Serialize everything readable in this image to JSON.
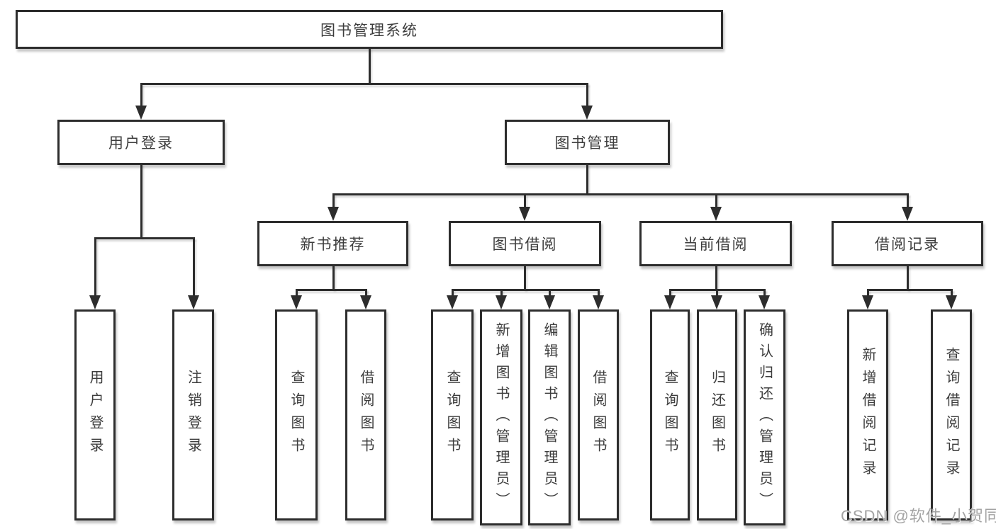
{
  "diagram": {
    "type": "tree",
    "title": "图书管理系统",
    "watermark": "CSDN @软件_小贺同学",
    "colors": {
      "line": "#2d2d2d",
      "text": "#3d3d3d",
      "background": "#ffffff",
      "watermark": "#a3a3a3"
    },
    "root": {
      "label": "图书管理系统"
    },
    "level2": [
      {
        "label": "用户登录",
        "parent": "图书管理系统"
      },
      {
        "label": "图书管理",
        "parent": "图书管理系统"
      }
    ],
    "level3": [
      {
        "label": "新书推荐",
        "parent": "图书管理"
      },
      {
        "label": "图书借阅",
        "parent": "图书管理"
      },
      {
        "label": "当前借阅",
        "parent": "图书管理"
      },
      {
        "label": "借阅记录",
        "parent": "图书管理"
      }
    ],
    "leaves": [
      {
        "label": "用户登录",
        "parent": "用户登录"
      },
      {
        "label": "注销登录",
        "parent": "用户登录"
      },
      {
        "label": "查询图书",
        "parent": "新书推荐"
      },
      {
        "label": "借阅图书",
        "parent": "新书推荐"
      },
      {
        "label": "查询图书",
        "parent": "图书借阅"
      },
      {
        "label": "新增图书（管理员）",
        "parent": "图书借阅"
      },
      {
        "label": "编辑图书（管理员）",
        "parent": "图书借阅"
      },
      {
        "label": "借阅图书",
        "parent": "图书借阅"
      },
      {
        "label": "查询图书",
        "parent": "当前借阅"
      },
      {
        "label": "归还图书",
        "parent": "当前借阅"
      },
      {
        "label": "确认归还（管理员）",
        "parent": "当前借阅"
      },
      {
        "label": "新增借阅记录",
        "parent": "借阅记录"
      },
      {
        "label": "查询借阅记录",
        "parent": "借阅记录"
      }
    ]
  }
}
